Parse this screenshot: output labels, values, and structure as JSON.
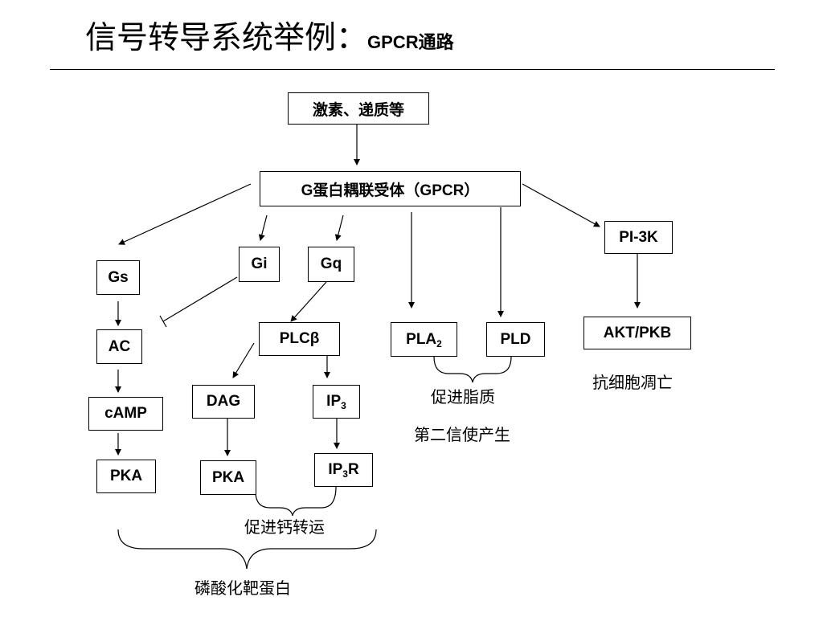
{
  "title": {
    "main": "信号转导系统举例：",
    "sub": "GPCR通路"
  },
  "nodes": {
    "hormone": "激素、递质等",
    "gpcr": "G蛋白耦联受体（GPCR）",
    "pi3k": "PI-3K",
    "gs": "Gs",
    "gi": "Gi",
    "gq": "Gq",
    "ac": "AC",
    "camp": "cAMP",
    "pka_left": "PKA",
    "plcb": "PLCβ",
    "dag": "DAG",
    "pka_mid": "PKA",
    "ip3_base": "IP",
    "ip3_sub": "3",
    "ip3r_base": "IP",
    "ip3r_sub": "3",
    "ip3r_suffix": "R",
    "pla2_base": "PLA",
    "pla2_sub": "2",
    "pld": "PLD",
    "akt": "AKT/PKB"
  },
  "notes": {
    "lipid_line1": "促进脂质",
    "lipid_line2": "第二信使产生",
    "anti_apoptosis": "抗细胞凋亡",
    "calcium": "促进钙转运",
    "phosphorylation": "磷酸化靶蛋白"
  }
}
